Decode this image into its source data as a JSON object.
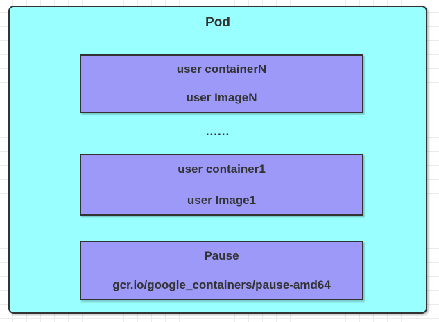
{
  "pod": {
    "title": "Pod",
    "ellipsis": "......",
    "containers": [
      {
        "name": "user containerN",
        "image": "user ImageN"
      },
      {
        "name": "user container1",
        "image": "user Image1"
      },
      {
        "name": "Pause",
        "image": "gcr.io/google_containers/pause-amd64"
      }
    ]
  },
  "colors": {
    "pod_fill": "#99FFFF",
    "container_fill": "#9C99F8",
    "border": "#333333",
    "text": "#333333",
    "grid_line": "#EBEBEB",
    "canvas_bg": "#FFFFFF"
  }
}
